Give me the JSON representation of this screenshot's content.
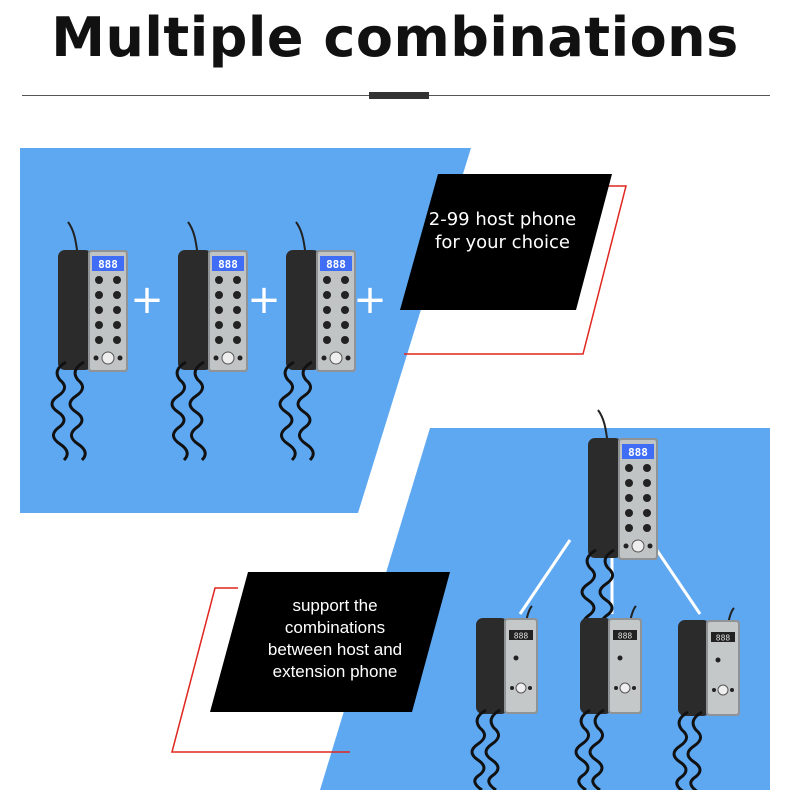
{
  "title": "Multiple combinations",
  "host_choice_text_line1": "2-99 host phone",
  "host_choice_text_line2": "for your choice",
  "combination_text_line1": "support the",
  "combination_text_line2": "combinations",
  "combination_text_line3": "between host and",
  "combination_text_line4": "extension phone",
  "plus_symbol": "+",
  "host_display": "888",
  "extension_display": "888",
  "colors": {
    "panel_blue": "#5ea8f2",
    "banner_black": "#000000",
    "accent_red": "#e0261f",
    "phone_body": "#2b2b2b",
    "phone_faceplate": "#b9bcbd",
    "lcd_blue": "#3f6df5"
  }
}
